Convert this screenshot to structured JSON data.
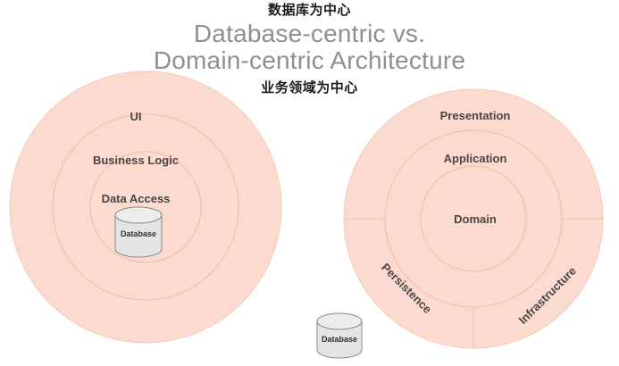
{
  "title": {
    "cn_top": "数据库为中心",
    "en_line1": "Database-centric vs.",
    "en_line2": "Domain-centric Architecture",
    "cn_bottom": "业务领域为中心"
  },
  "colors": {
    "ring_fill": "#fbdbd0",
    "ring_stroke": "#f3c4ae",
    "label_text": "#4a4445",
    "title_text": "#8f8f93",
    "cn_text": "#1a1a1a",
    "cylinder_fill": "#e2e2e2",
    "cylinder_stroke": "#868686",
    "background": "#ffffff"
  },
  "left_diagram": {
    "name": "database-centric",
    "rings": [
      {
        "label": "UI"
      },
      {
        "label": "Business Logic"
      },
      {
        "label": "Data Access"
      }
    ],
    "cylinder": {
      "label": "Database"
    }
  },
  "right_diagram": {
    "name": "domain-centric",
    "rings": [
      {
        "label": "Presentation"
      },
      {
        "label": "Application"
      },
      {
        "label": "Domain"
      }
    ],
    "sectors": [
      {
        "label": "Persistence"
      },
      {
        "label": "Infrastructure"
      }
    ]
  },
  "bottom_cylinder": {
    "label": "Database"
  }
}
